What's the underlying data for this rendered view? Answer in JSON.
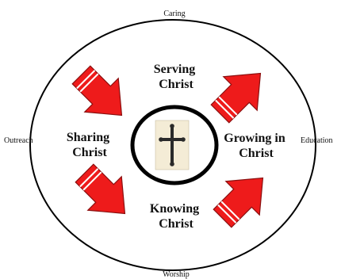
{
  "outer_labels": {
    "top": "Caring",
    "left": "Outreach",
    "right": "Education",
    "bottom": "Worship"
  },
  "stages": {
    "serving": [
      "Serving",
      "Christ"
    ],
    "sharing": [
      "Sharing",
      "Christ"
    ],
    "growing": [
      "Growing in",
      "Christ"
    ],
    "knowing": [
      "Knowing",
      "Christ"
    ]
  },
  "colors": {
    "arrow_fill": "#ee1b1b",
    "arrow_stroke": "#8a0f0f",
    "center_ring": "#000000",
    "cross_fill": "#2a2a2a",
    "cross_background": "#f4ecd6"
  },
  "center_icon": "cross-icon"
}
